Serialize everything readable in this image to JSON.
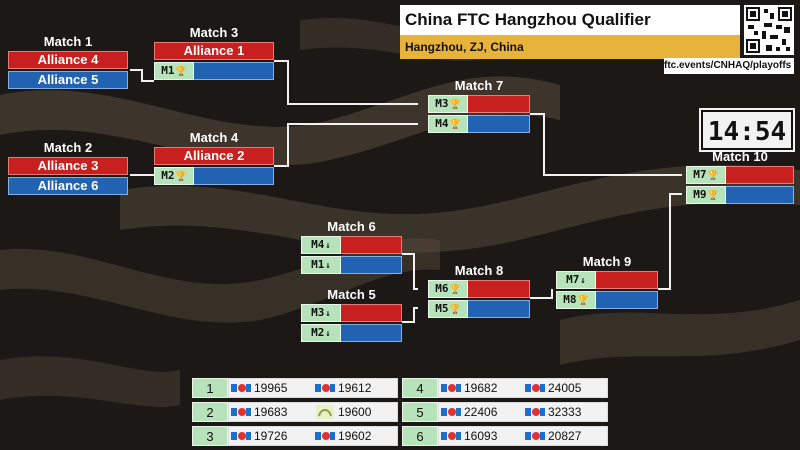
{
  "event": {
    "title": "China FTC Hangzhou Qualifier",
    "location": "Hangzhou, ZJ, China",
    "url": "ftc.events/CNHAQ/playoffs"
  },
  "timer": "14:54",
  "matches": {
    "m1": {
      "title": "Match 1",
      "red": "Alliance 4",
      "blue": "Alliance 5"
    },
    "m2": {
      "title": "Match 2",
      "red": "Alliance 3",
      "blue": "Alliance 6"
    },
    "m3": {
      "title": "Match 3",
      "red": "Alliance 1",
      "tag": "M1"
    },
    "m4": {
      "title": "Match 4",
      "red": "Alliance 2",
      "tag": "M2"
    },
    "m5": {
      "title": "Match 5",
      "tag1": "M3",
      "tag2": "M2"
    },
    "m6": {
      "title": "Match 6",
      "tag1": "M4",
      "tag2": "M1"
    },
    "m7": {
      "title": "Match 7",
      "tag1": "M3",
      "tag2": "M4"
    },
    "m8": {
      "title": "Match 8",
      "tag1": "M6",
      "tag2": "M5"
    },
    "m9": {
      "title": "Match 9",
      "tag1": "M7",
      "tag2": "M8"
    },
    "m10": {
      "title": "Match 10",
      "tag1": "M7",
      "tag2": "M9"
    }
  },
  "icons": {
    "winner": "trophy-icon",
    "loser": "down-arrow-icon",
    "team": "first-logo-icon",
    "team_alt": "team-logo-icon"
  },
  "colors": {
    "red": "#c8201f",
    "blue": "#2262b2",
    "tag": "#b6e3b9",
    "header_accent": "#e8b33a"
  },
  "rankings": [
    {
      "rank": "1",
      "teams": [
        "19965",
        "19612"
      ]
    },
    {
      "rank": "2",
      "teams": [
        "19683",
        "19600"
      ]
    },
    {
      "rank": "3",
      "teams": [
        "19726",
        "19602"
      ]
    },
    {
      "rank": "4",
      "teams": [
        "19682",
        "24005"
      ]
    },
    {
      "rank": "5",
      "teams": [
        "22406",
        "32333"
      ]
    },
    {
      "rank": "6",
      "teams": [
        "16093",
        "20827"
      ]
    }
  ]
}
